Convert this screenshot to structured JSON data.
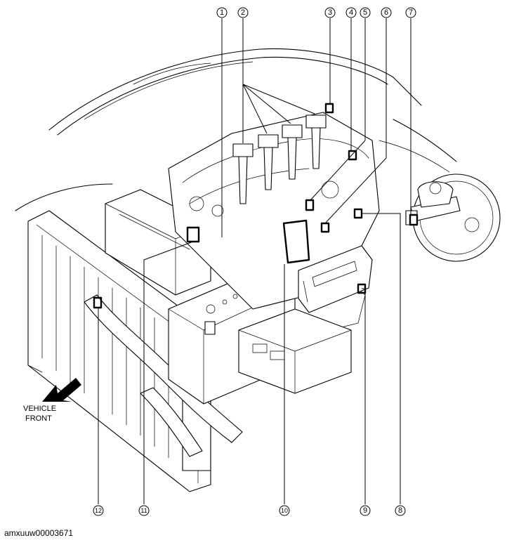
{
  "callouts": [
    "1",
    "2",
    "3",
    "4",
    "5",
    "6",
    "7",
    "8",
    "9",
    "10",
    "11",
    "12"
  ],
  "direction_label": {
    "line1": "VEHICLE",
    "line2": "FRONT"
  },
  "image_code": "amxuuw00003671"
}
